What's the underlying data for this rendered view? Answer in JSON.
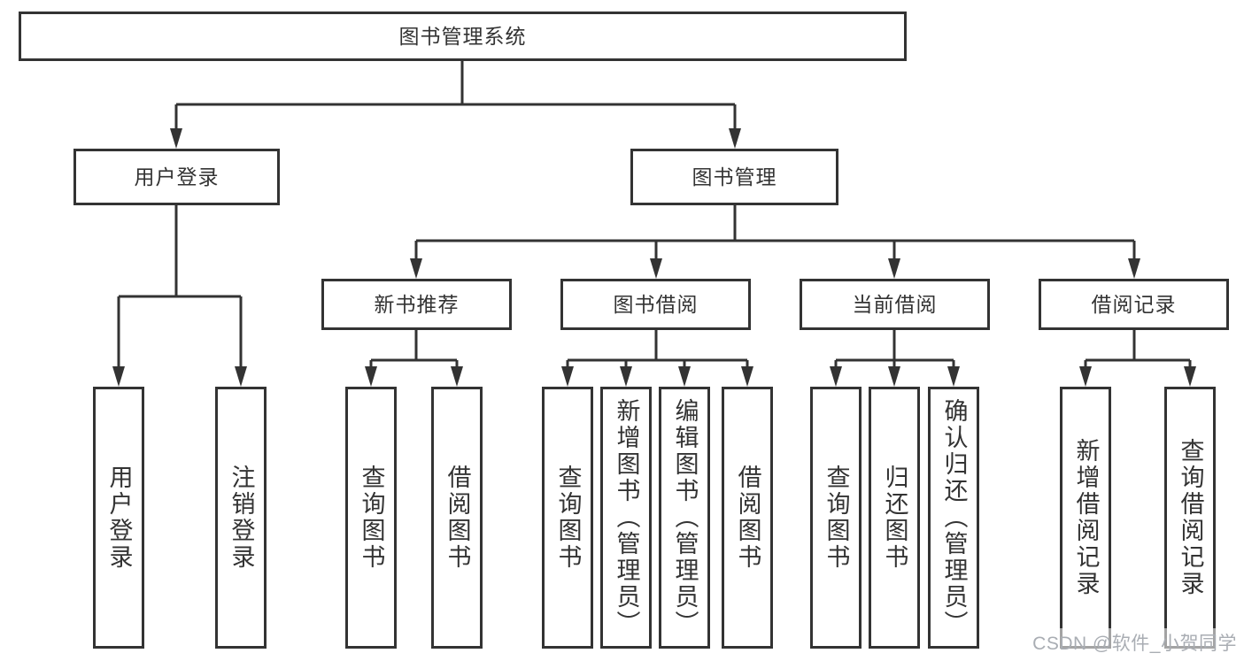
{
  "diagram": {
    "root": {
      "label": "图书管理系统"
    },
    "branches": [
      {
        "label": "用户登录",
        "children": [
          {
            "label": "用户登录"
          },
          {
            "label": "注销登录"
          }
        ]
      },
      {
        "label": "图书管理",
        "children": [
          {
            "label": "新书推荐",
            "children": [
              {
                "label": "查询图书"
              },
              {
                "label": "借阅图书"
              }
            ]
          },
          {
            "label": "图书借阅",
            "children": [
              {
                "label": "查询图书"
              },
              {
                "label": "新增图书（管理员）"
              },
              {
                "label": "编辑图书（管理员）"
              },
              {
                "label": "借阅图书"
              }
            ]
          },
          {
            "label": "当前借阅",
            "children": [
              {
                "label": "查询图书"
              },
              {
                "label": "归还图书"
              },
              {
                "label": "确认归还（管理员）"
              }
            ]
          },
          {
            "label": "借阅记录",
            "children": [
              {
                "label": "新增借阅记录"
              },
              {
                "label": "查询借阅记录"
              }
            ]
          }
        ]
      }
    ]
  },
  "watermark": {
    "text": "CSDN @软件_小贺同学"
  },
  "colors": {
    "line": "#333333",
    "text": "#333333",
    "box_background": "#ffffff",
    "watermark": "#a9adb3",
    "background": "#ffffff"
  }
}
